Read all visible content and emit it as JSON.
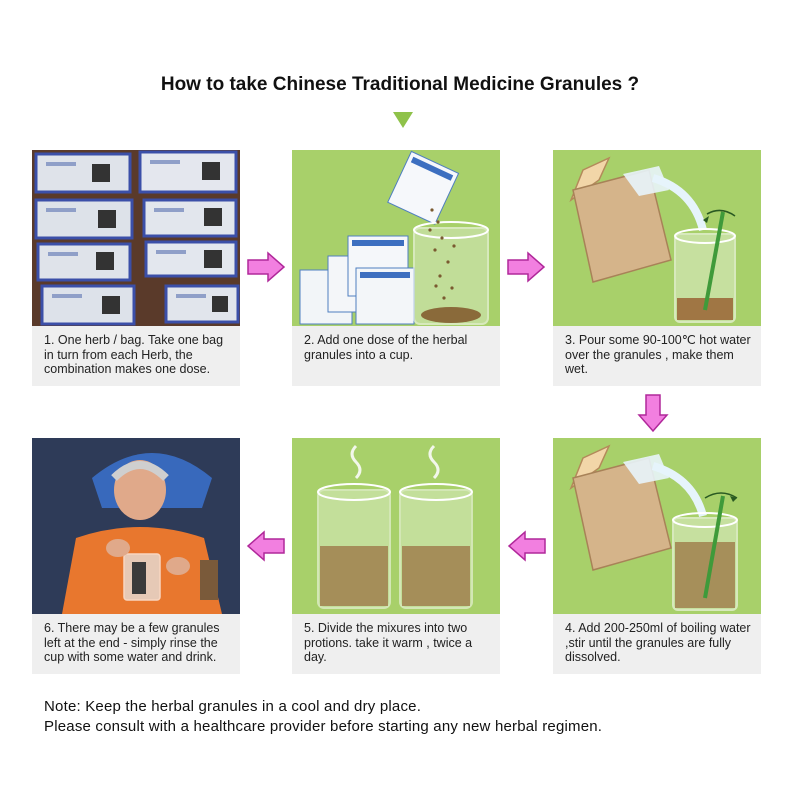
{
  "title": "How to take Chinese Traditional Medicine Granules ?",
  "steps": [
    {
      "caption": "1. One herb / bag. Take one bag in turn from each Herb, the combination makes one dose."
    },
    {
      "caption": "2. Add one dose of the herbal granules into a cup."
    },
    {
      "caption": "3. Pour some 90-100℃ hot water over the granules , make them wet."
    },
    {
      "caption": "4. Add 200-250ml of boiling water ,stir until the granules are fully dissolved."
    },
    {
      "caption": "5. Divide the mixures into two protions. take it warm , twice a day."
    },
    {
      "caption": "6. There may be a few granules left at the end - simply rinse the cup with some water and drink."
    }
  ],
  "notes": {
    "line1": "Note:  Keep the herbal granules in a cool and dry place.",
    "line2": "Please consult with a healthcare provider before starting any new herbal regimen."
  },
  "colors": {
    "panel_green": "#a8d06a",
    "arrow_pink": "#f27fe0",
    "triangle_green": "#8fc24a",
    "caption_bg": "#efefef"
  },
  "icons": [
    "down-triangle-icon",
    "right-arrow-icon",
    "down-arrow-icon",
    "left-arrow-icon"
  ]
}
